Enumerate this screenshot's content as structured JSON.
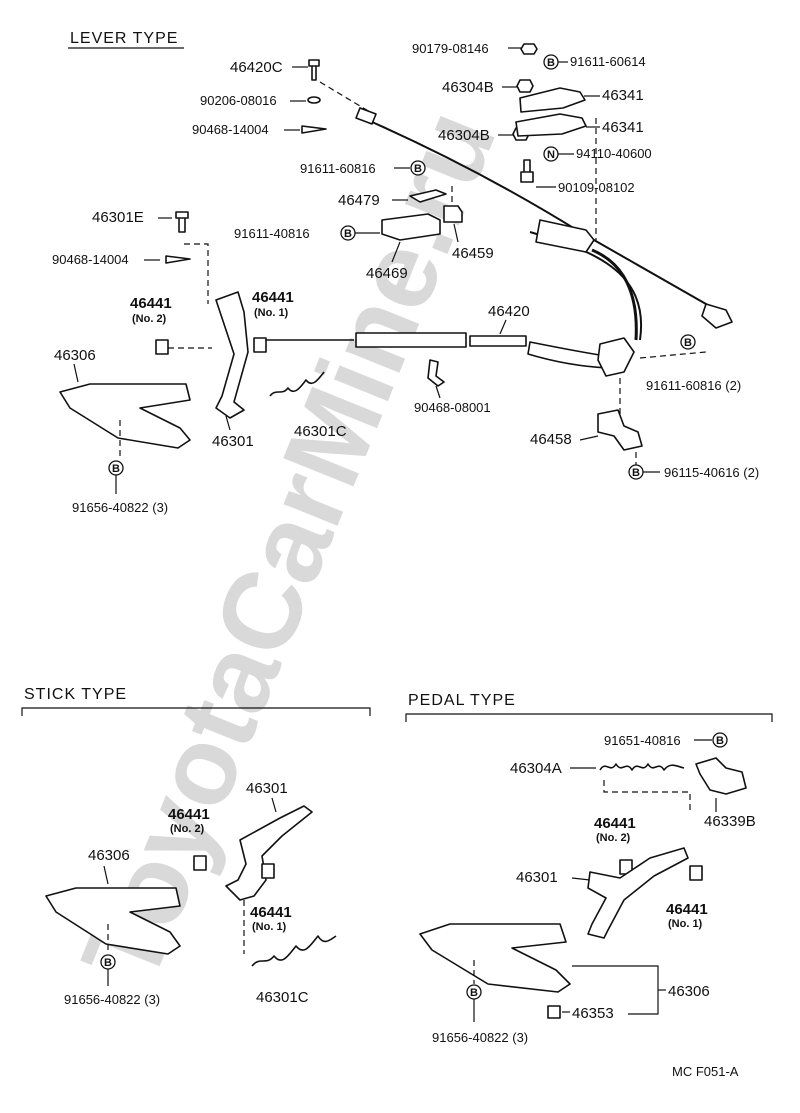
{
  "watermark": "ToyotaCarMine.ru",
  "footer_code": "MC  F051-A",
  "sections": {
    "lever": "LEVER TYPE",
    "stick": "STICK TYPE",
    "pedal": "PEDAL TYPE"
  },
  "callouts": {
    "b": "B",
    "n": "N"
  },
  "lever_parts": {
    "p46420C": "46420C",
    "p90206": "90206-08016",
    "p90468a": "90468-14004",
    "p90179": "90179-08146",
    "p91611_60614": "91611-60614",
    "p46304B_1": "46304B",
    "p46341_1": "46341",
    "p46304B_2": "46304B",
    "p46341_2": "46341",
    "p94110": "94110-40600",
    "p90109": "90109-08102",
    "p91611_60816a": "91611-60816",
    "p46479": "46479",
    "p91611_40816": "91611-40816",
    "p46469": "46469",
    "p46459": "46459",
    "p46301E": "46301E",
    "p90468b": "90468-14004",
    "p46441_no2": "46441",
    "p46441_no2_sub": "(No. 2)",
    "p46441_no1": "46441",
    "p46441_no1_sub": "(No. 1)",
    "p46420": "46420",
    "p46306": "46306",
    "p46301": "46301",
    "p46301C": "46301C",
    "p90468_08001": "90468-08001",
    "p91611_60816b": "91611-60816 (2)",
    "p46458": "46458",
    "p96115": "96115-40616 (2)",
    "p91656": "91656-40822 (3)"
  },
  "stick_parts": {
    "p46301": "46301",
    "p46441_no2": "46441",
    "p46441_no2_sub": "(No. 2)",
    "p46306": "46306",
    "p46441_no1": "46441",
    "p46441_no1_sub": "(No. 1)",
    "p91656": "91656-40822 (3)",
    "p46301C": "46301C"
  },
  "pedal_parts": {
    "p91651": "91651-40816",
    "p46304A": "46304A",
    "p46339B": "46339B",
    "p46441_no2": "46441",
    "p46441_no2_sub": "(No. 2)",
    "p46301": "46301",
    "p46441_no1": "46441",
    "p46441_no1_sub": "(No. 1)",
    "p46306": "46306",
    "p46353": "46353",
    "p91656": "91656-40822 (3)"
  }
}
